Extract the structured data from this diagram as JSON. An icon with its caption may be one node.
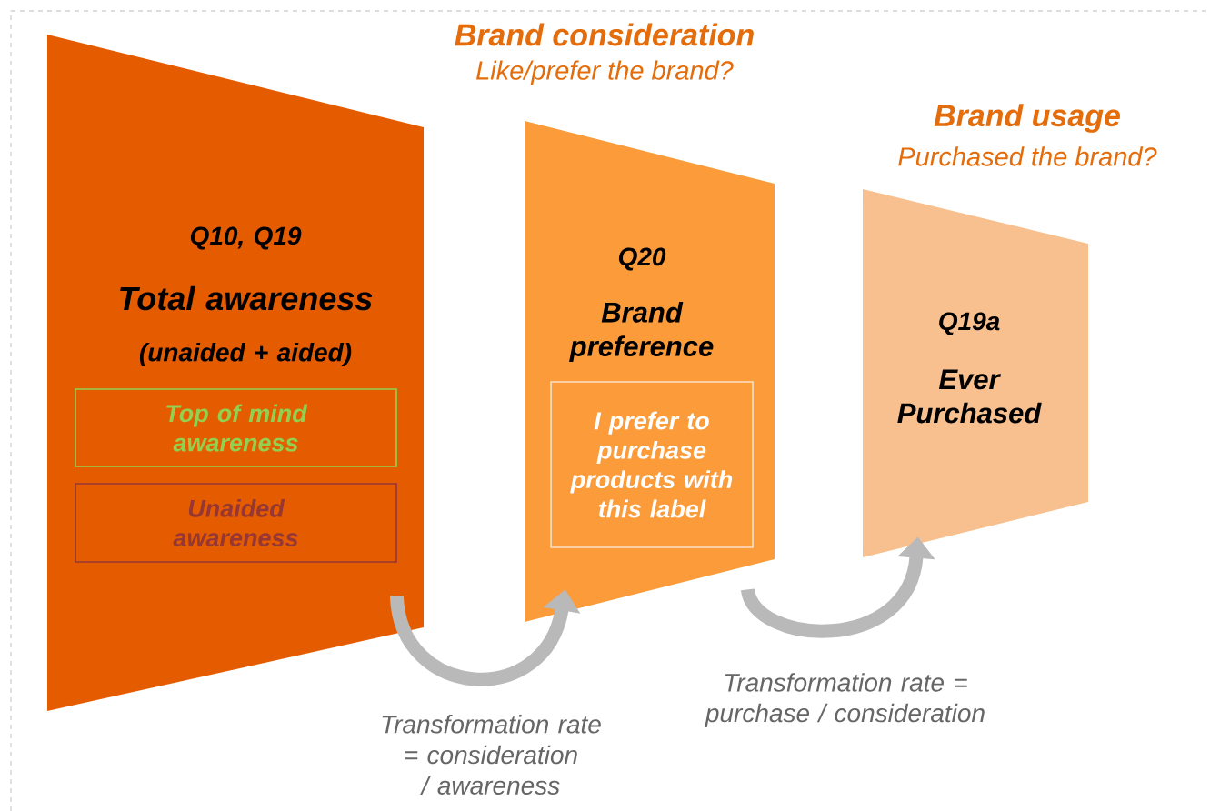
{
  "diagram": {
    "nodes": [
      {
        "text": [
          "Q10, Q19",
          "Total awareness",
          "(unaided + aided)"
        ]
      },
      {
        "text": [
          "Top of mind awareness"
        ],
        "in": 0
      },
      {
        "text": [
          "Unaided awareness"
        ],
        "in": 0
      },
      {
        "text": [
          "Q20",
          "Brand preference"
        ],
        "beside": [
          "Brand consideration",
          "Like/prefer the brand?"
        ]
      },
      {
        "text": [
          "I prefer to purchase products with this label"
        ],
        "in": 3
      },
      {
        "text": [
          "Q19a",
          "Ever Purchased"
        ],
        "beside": [
          "Brand usage",
          "Purchased the brand?"
        ]
      }
    ],
    "edges": [
      {
        "from": 0,
        "to": 3,
        "arrow": "to",
        "label": "Transformation rate = consideration / awareness"
      },
      {
        "from": 3,
        "to": 5,
        "arrow": "to",
        "label": "Transformation rate = purchase / consideration"
      }
    ]
  }
}
